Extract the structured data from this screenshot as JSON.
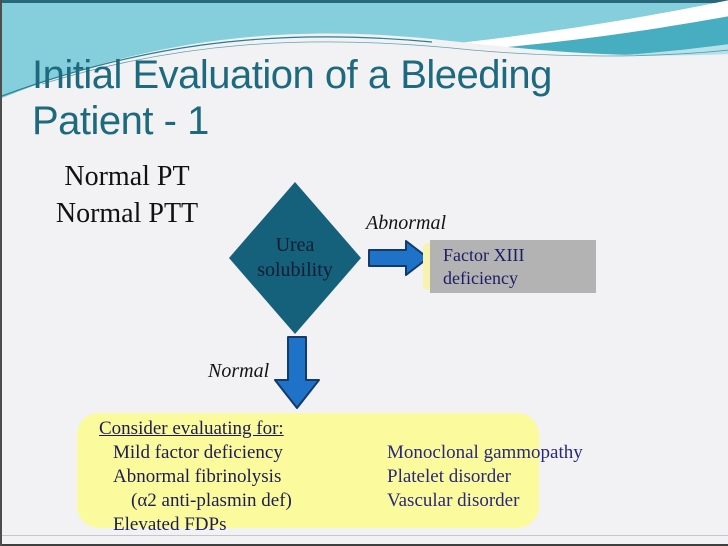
{
  "slide": {
    "title_line1": "Initial Evaluation of a Bleeding",
    "title_line2": "Patient - 1",
    "left_labels": {
      "line1": "Normal PT",
      "line2": "Normal PTT"
    },
    "diamond": {
      "label_line1": "Urea",
      "label_line2": "solubility"
    },
    "branch_abnormal": {
      "label": "Abnormal",
      "result_line1": "Factor XIII",
      "result_line2": "deficiency"
    },
    "branch_normal": {
      "label": "Normal"
    },
    "consider_box": {
      "heading": "Consider evaluating for:",
      "left_items": [
        "Mild factor deficiency",
        "Abnormal fibrinolysis",
        "(α2 anti-plasmin def)",
        "Elevated FDPs"
      ],
      "right_items": [
        "Monoclonal gammopathy",
        "Platelet disorder",
        "Vascular disorder"
      ]
    },
    "colors": {
      "title_teal": "#1d6a7e",
      "diamond_fill": "#15607a",
      "arrow_fill": "#1e73c8",
      "arrow_border": "#123a6d",
      "gray_box": "#b3b3b3",
      "yellow_box": "#fbfa9c",
      "yellow_accent": "#f7f3ae",
      "body_navy": "#1d1d52",
      "banner_sky": "#85cedc",
      "banner_accent": "#47aec2"
    }
  }
}
